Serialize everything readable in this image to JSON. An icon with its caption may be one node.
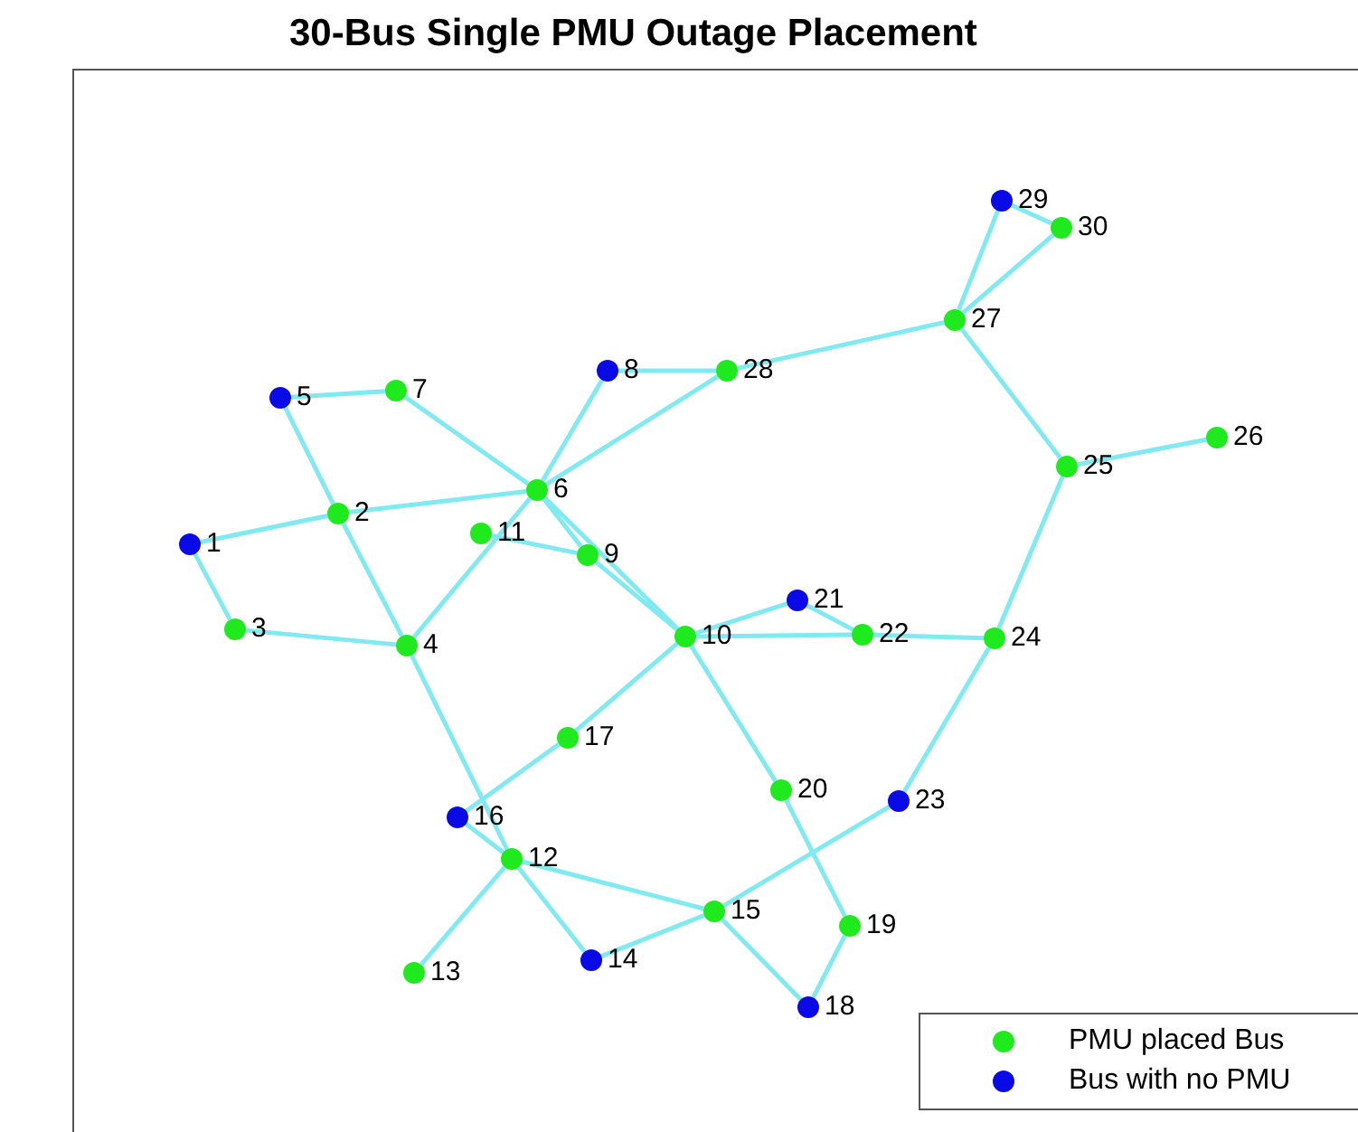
{
  "diagram": {
    "title": "30-Bus Single PMU Outage Placement",
    "nodes": [
      {
        "text": [
          "1"
        ]
      },
      {
        "text": [
          "2"
        ]
      },
      {
        "text": [
          "3"
        ]
      },
      {
        "text": [
          "4"
        ]
      },
      {
        "text": [
          "5"
        ]
      },
      {
        "text": [
          "6"
        ]
      },
      {
        "text": [
          "7"
        ]
      },
      {
        "text": [
          "8"
        ]
      },
      {
        "text": [
          "9"
        ]
      },
      {
        "text": [
          "10"
        ]
      },
      {
        "text": [
          "11"
        ]
      },
      {
        "text": [
          "12"
        ]
      },
      {
        "text": [
          "13"
        ]
      },
      {
        "text": [
          "14"
        ]
      },
      {
        "text": [
          "15"
        ]
      },
      {
        "text": [
          "16"
        ]
      },
      {
        "text": [
          "17"
        ]
      },
      {
        "text": [
          "18"
        ]
      },
      {
        "text": [
          "19"
        ]
      },
      {
        "text": [
          "20"
        ]
      },
      {
        "text": [
          "21"
        ]
      },
      {
        "text": [
          "22"
        ]
      },
      {
        "text": [
          "23"
        ]
      },
      {
        "text": [
          "24"
        ]
      },
      {
        "text": [
          "25"
        ]
      },
      {
        "text": [
          "26"
        ]
      },
      {
        "text": [
          "27"
        ]
      },
      {
        "text": [
          "28"
        ]
      },
      {
        "text": [
          "29"
        ]
      },
      {
        "text": [
          "30"
        ]
      }
    ],
    "edges": [
      {
        "from": 0,
        "to": 1,
        "arrow": "none"
      },
      {
        "from": 0,
        "to": 2,
        "arrow": "none"
      },
      {
        "from": 1,
        "to": 3,
        "arrow": "none"
      },
      {
        "from": 2,
        "to": 3,
        "arrow": "none"
      },
      {
        "from": 1,
        "to": 4,
        "arrow": "none"
      },
      {
        "from": 1,
        "to": 5,
        "arrow": "none"
      },
      {
        "from": 3,
        "to": 5,
        "arrow": "none"
      },
      {
        "from": 4,
        "to": 6,
        "arrow": "none"
      },
      {
        "from": 5,
        "to": 6,
        "arrow": "none"
      },
      {
        "from": 5,
        "to": 7,
        "arrow": "none"
      },
      {
        "from": 5,
        "to": 8,
        "arrow": "none"
      },
      {
        "from": 5,
        "to": 9,
        "arrow": "none"
      },
      {
        "from": 8,
        "to": 10,
        "arrow": "none"
      },
      {
        "from": 8,
        "to": 9,
        "arrow": "none"
      },
      {
        "from": 3,
        "to": 11,
        "arrow": "none"
      },
      {
        "from": 11,
        "to": 12,
        "arrow": "none"
      },
      {
        "from": 11,
        "to": 13,
        "arrow": "none"
      },
      {
        "from": 11,
        "to": 14,
        "arrow": "none"
      },
      {
        "from": 11,
        "to": 15,
        "arrow": "none"
      },
      {
        "from": 13,
        "to": 14,
        "arrow": "none"
      },
      {
        "from": 15,
        "to": 16,
        "arrow": "none"
      },
      {
        "from": 14,
        "to": 17,
        "arrow": "none"
      },
      {
        "from": 17,
        "to": 18,
        "arrow": "none"
      },
      {
        "from": 18,
        "to": 19,
        "arrow": "none"
      },
      {
        "from": 9,
        "to": 19,
        "arrow": "none"
      },
      {
        "from": 9,
        "to": 16,
        "arrow": "none"
      },
      {
        "from": 9,
        "to": 20,
        "arrow": "none"
      },
      {
        "from": 9,
        "to": 21,
        "arrow": "none"
      },
      {
        "from": 20,
        "to": 21,
        "arrow": "none"
      },
      {
        "from": 14,
        "to": 22,
        "arrow": "none"
      },
      {
        "from": 21,
        "to": 23,
        "arrow": "none"
      },
      {
        "from": 22,
        "to": 23,
        "arrow": "none"
      },
      {
        "from": 23,
        "to": 24,
        "arrow": "none"
      },
      {
        "from": 24,
        "to": 25,
        "arrow": "none"
      },
      {
        "from": 24,
        "to": 26,
        "arrow": "none"
      },
      {
        "from": 27,
        "to": 26,
        "arrow": "none"
      },
      {
        "from": 26,
        "to": 28,
        "arrow": "none"
      },
      {
        "from": 26,
        "to": 29,
        "arrow": "none"
      },
      {
        "from": 28,
        "to": 29,
        "arrow": "none"
      },
      {
        "from": 7,
        "to": 27,
        "arrow": "none"
      },
      {
        "from": 5,
        "to": 27,
        "arrow": "none"
      }
    ],
    "legend": [
      {
        "text": "PMU placed Bus",
        "color": "#1eea1e"
      },
      {
        "text": "Bus with no PMU",
        "color": "#0a0ae6"
      }
    ]
  }
}
